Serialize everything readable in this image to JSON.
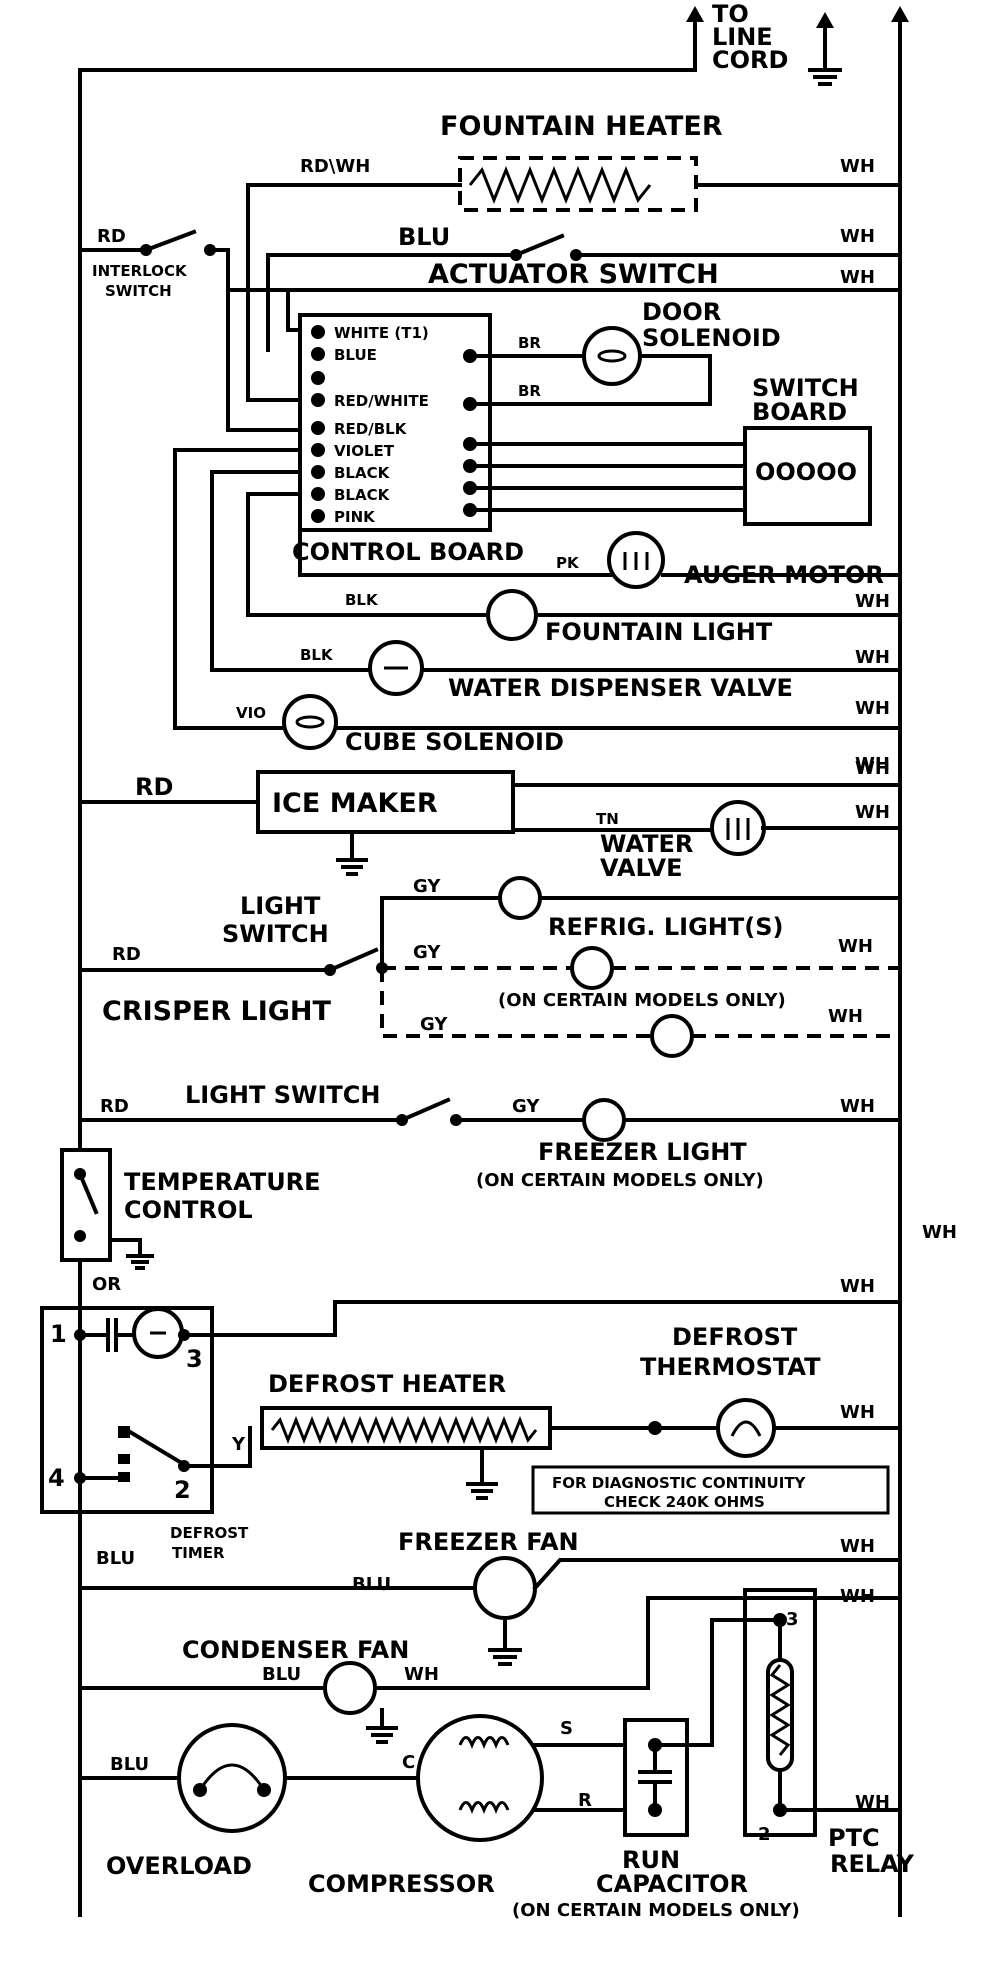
{
  "labels": {
    "to_line_cord": [
      "TO",
      "LINE",
      "CORD"
    ],
    "fountain_heater": "FOUNTAIN HEATER",
    "rd_wh": "RD\\WH",
    "rd": "RD",
    "wh": "WH",
    "blu": "BLU",
    "interlock_switch": [
      "INTERLOCK",
      "SWITCH"
    ],
    "actuator_switch": "ACTUATOR SWITCH",
    "door_solenoid": [
      "DOOR",
      "SOLENOID"
    ],
    "br": "BR",
    "switch_board": [
      "SWITCH",
      "BOARD"
    ],
    "switch_board_circles": "OOOOO",
    "control_board": "CONTROL BOARD",
    "control_board_terminals": [
      "WHITE (T1)",
      "BLUE",
      "",
      "RED/WHITE",
      "RED/BLK",
      "VIOLET",
      "BLACK",
      "BLACK",
      "PINK"
    ],
    "pk": "PK",
    "auger_motor": "AUGER MOTOR",
    "blk": "BLK",
    "fountain_light": "FOUNTAIN LIGHT",
    "water_dispenser_valve": "WATER DISPENSER VALVE",
    "vio": "VIO",
    "cube_solenoid": "CUBE SOLENOID",
    "ice_maker": "ICE MAKER",
    "tn": "TN",
    "water_valve": [
      "WATER",
      "VALVE"
    ],
    "gy": "GY",
    "light_switch_two_line": [
      "LIGHT",
      "SWITCH"
    ],
    "refrig_lights": "REFRIG. LIGHT(S)",
    "on_certain_models_paren": "(ON CERTAIN MODELS ONLY)",
    "crisper_light": "CRISPER LIGHT",
    "light_switch": "LIGHT SWITCH",
    "freezer_light": "FREEZER LIGHT",
    "temperature_control": [
      "TEMPERATURE",
      "CONTROL"
    ],
    "or": "OR",
    "timer_terminals": [
      "1",
      "3",
      "4",
      "2"
    ],
    "defrost_heater": "DEFROST HEATER",
    "y": "Y",
    "defrost_thermostat": [
      "DEFROST",
      "THERMOSTAT"
    ],
    "diagnostic_note": [
      "FOR DIAGNOSTIC CONTINUITY",
      "CHECK 240K OHMS"
    ],
    "defrost_timer": [
      "DEFROST",
      "TIMER"
    ],
    "freezer_fan": "FREEZER FAN",
    "condenser_fan": "CONDENSER FAN",
    "overload": "OVERLOAD",
    "compressor": "COMPRESSOR",
    "compressor_terminals": [
      "C",
      "S",
      "R"
    ],
    "run_capacitor": [
      "RUN",
      "CAPACITOR"
    ],
    "ptc_relay": [
      "PTC",
      "RELAY"
    ],
    "ptc_terminals": [
      "3",
      "2"
    ],
    "on_certain_models_bottom": "(ON CERTAIN MODELS ONLY)"
  }
}
